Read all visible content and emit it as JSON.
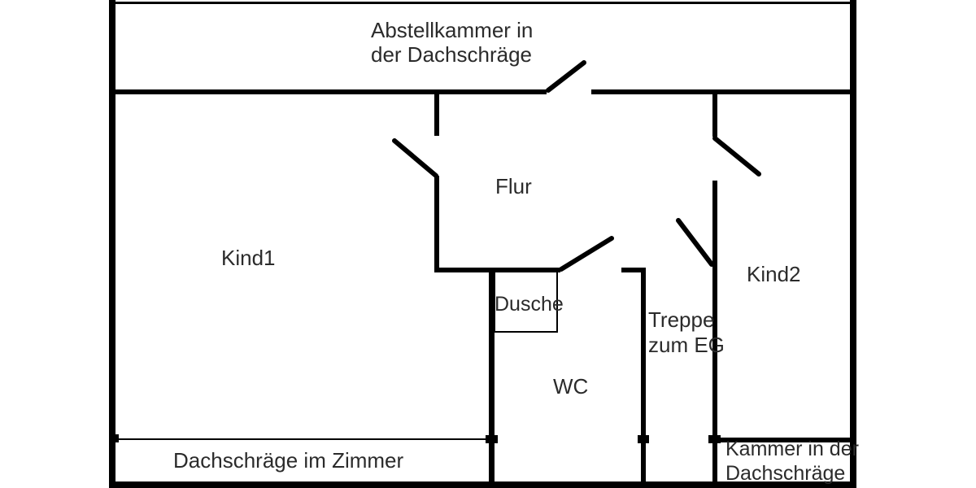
{
  "colors": {
    "background": "#ffffff",
    "wall": "#000000",
    "text": "#2b2b2b"
  },
  "rooms": {
    "abstellkammer": {
      "line1": "Abstellkammer in",
      "line2": "der Dachschräge"
    },
    "flur": {
      "label": "Flur"
    },
    "kind1": {
      "label": "Kind1"
    },
    "kind2": {
      "label": "Kind2"
    },
    "dusche": {
      "label": "Dusche"
    },
    "treppe": {
      "line1": "Treppe",
      "line2": "zum EG"
    },
    "wc": {
      "label": "WC"
    },
    "dachschraege_zimmer": {
      "label": "Dachschräge im Zimmer"
    },
    "kammer": {
      "line1": "Kammer in der",
      "line2": "Dachschräge"
    }
  }
}
